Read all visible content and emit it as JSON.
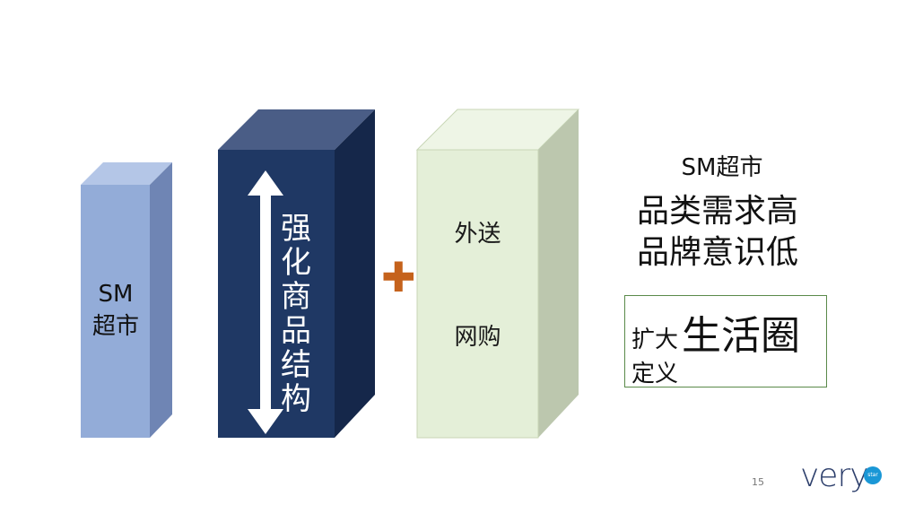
{
  "blocks": {
    "sm_block": {
      "line1": "SM",
      "line2": "超市"
    },
    "structure_block": {
      "vertical_text": "强化商品结构"
    },
    "channels_block": {
      "delivery": "外送",
      "online": "网购"
    },
    "plus": "✚"
  },
  "right_panel": {
    "title": "SM超市",
    "line1": "品类需求高",
    "line2": "品牌意识低",
    "definition_small": "扩大",
    "definition_large": "生活圈",
    "definition_word": "定义"
  },
  "footer": {
    "page_number": "15",
    "brand": "very",
    "brand_badge": "star"
  },
  "colors": {
    "sm_block": "#93acd8",
    "structure_block": "#1f3864",
    "channels_block": "#e4efd8",
    "plus": "#c5621c",
    "box_border": "#5a8a4a"
  }
}
